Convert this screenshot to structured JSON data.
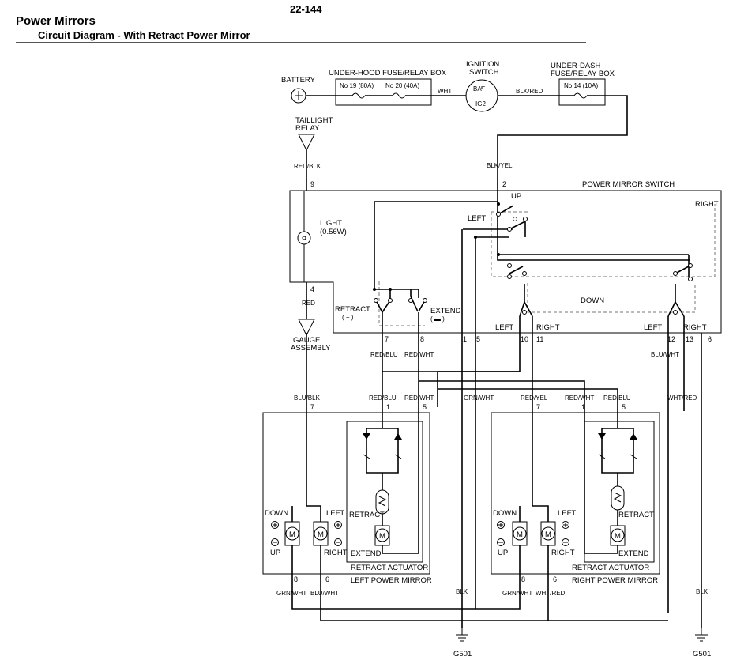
{
  "header": {
    "title": "Power Mirrors",
    "subtitle": "Circuit Diagram - With Retract Power Mirror",
    "page_number": "22-144"
  },
  "components": {
    "battery": "BATTERY",
    "underhood_box": "UNDER-HOOD FUSE/RELAY BOX",
    "fuse_19": "No 19 (80A)",
    "fuse_20": "No 20 (40A)",
    "ignition_line1": "IGNITION",
    "ignition_line2": "SWITCH",
    "bat": "BAT",
    "g2": "IG2",
    "underdash_line1": "UNDER-DASH",
    "underdash_line2": "FUSE/RELAY BOX",
    "fuse_14": "No 14 (10A)",
    "taillight_line1": "TAILLIGHT",
    "taillight_line2": "RELAY",
    "light_line1": "LIGHT",
    "light_line2": "(0.56W)",
    "gauge_line1": "GAUGE",
    "gauge_line2": "ASSEMBLY",
    "power_mirror_switch": "POWER MIRROR SWITCH",
    "up": "UP",
    "down": "DOWN",
    "left": "LEFT",
    "right": "RIGHT",
    "retract": "RETRACT",
    "retract_sym": "( − )",
    "extend": "EXTEND",
    "extend_sym": "( ▬ )",
    "retract_actuator": "RETRACT ACTUATOR",
    "left_power_mirror": "LEFT POWER MIRROR",
    "right_power_mirror": "RIGHT POWER MIRROR",
    "motor": "M",
    "ground": "G501"
  },
  "wires": {
    "wht": "WHT",
    "blk_red": "BLK/RED",
    "blk_yel": "BLK/YEL",
    "red_blk": "RED/BLK",
    "red": "RED",
    "red_blu": "RED/BLU",
    "red_wht": "RED/WHT",
    "blu_blk": "BLU/BLK",
    "grn_wht": "GRN/WHT",
    "red_yel": "RED/YEL",
    "blu_wht": "BLU/WHT",
    "wht_red": "WHT/RED",
    "blk": "BLK"
  },
  "pins": {
    "sw_2": "2",
    "sw_9": "9",
    "sw_4": "4",
    "sw_7": "7",
    "sw_8": "8",
    "sw_1": "1",
    "sw_5": "5",
    "sw_10": "10",
    "sw_11": "11",
    "sw_12": "12",
    "sw_13": "13",
    "sw_6": "6",
    "m_7": "7",
    "m_1": "1",
    "m_5": "5",
    "m_8": "8",
    "m_6": "6"
  },
  "colors": {
    "line": "#000000",
    "dashed": "#777777",
    "background": "#ffffff"
  }
}
